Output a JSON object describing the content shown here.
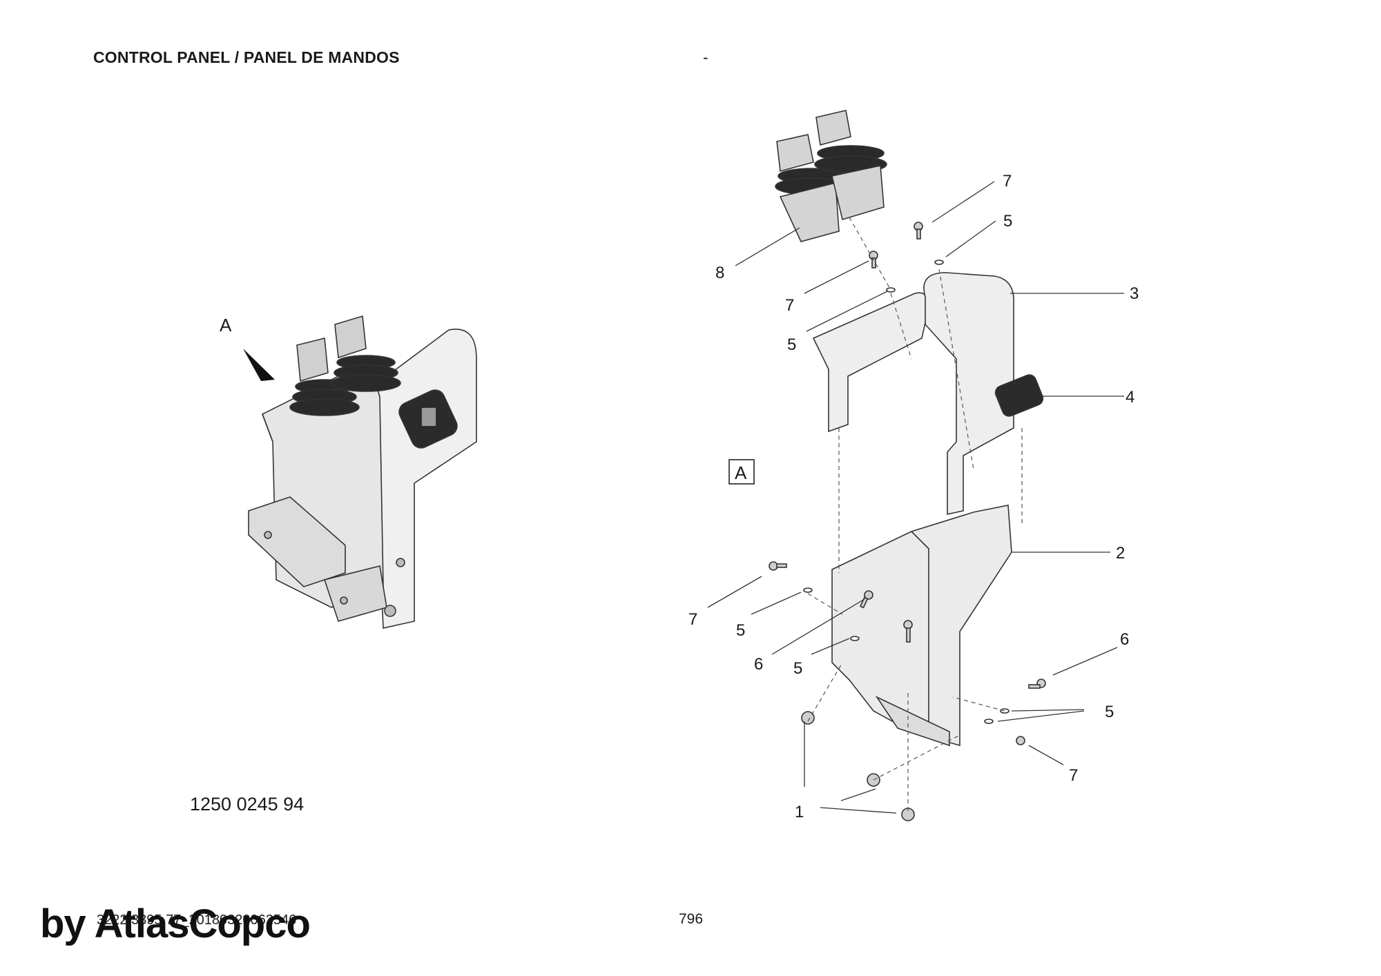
{
  "header": {
    "title": "CONTROL PANEL / PANEL DE MANDOS",
    "dash": "-"
  },
  "overview": {
    "view_marker": "A",
    "part_number": "1250 0245 94"
  },
  "exploded": {
    "view_box_label": "A",
    "callouts": {
      "c7_top": "7",
      "c5_top": "5",
      "c8": "8",
      "c7_mid": "7",
      "c3": "3",
      "c5_mid": "5",
      "c4": "4",
      "c2": "2",
      "c7_left": "7",
      "c5_left": "5",
      "c6_left": "6",
      "c5_lower": "5",
      "c6_right": "6",
      "c5_right": "5",
      "c7_right": "7",
      "c1_mid": "1",
      "c1_bottom": "1"
    }
  },
  "footer": {
    "doc_id": "3222 3395 77_20180320062546",
    "page_number": "796",
    "watermark": "by AtlasCopco"
  }
}
